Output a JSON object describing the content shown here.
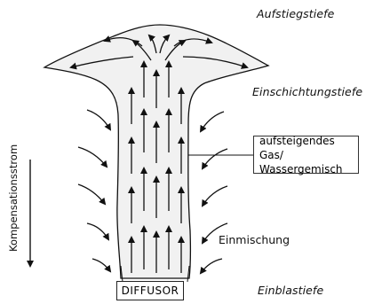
{
  "labels": {
    "aufstiegstiefe": "Aufstiegstiefe",
    "einschichtungstiefe": "Einschichtungstiefe",
    "einblastiefe": "Einblastiefe",
    "einmischung": "Einmischung",
    "callout_line1": "aufsteigendes Gas/",
    "callout_line2": "Wassergemisch",
    "kompensationsstrom": "Kompensationsstrom",
    "diffusor": "DIFFUSOR"
  },
  "colors": {
    "stroke": "#111111",
    "plume_fill": "#f1f1f1",
    "background": "#ffffff"
  }
}
